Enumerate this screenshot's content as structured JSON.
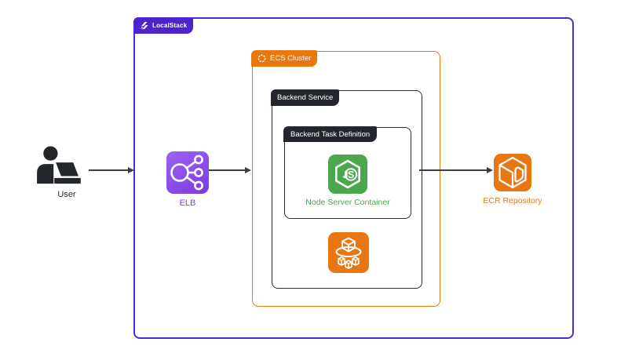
{
  "groups": {
    "localstack": {
      "label": "LocalStack",
      "icon": "localstack-logo-icon",
      "border_color": "#5128DB",
      "tab_color": "#4B24CE"
    },
    "ecs_cluster": {
      "label": "ECS Cluster",
      "icon": "ecs-cluster-icon",
      "color": "#E8770D"
    },
    "backend_service": {
      "label": "Backend Service",
      "color": "#23262C"
    },
    "backend_task_definition": {
      "label": "Backend Task Definition",
      "color": "#23262C"
    }
  },
  "nodes": {
    "user": {
      "label": "User",
      "icon": "user-laptop-icon",
      "color": "#23262B"
    },
    "elb": {
      "label": "ELB",
      "icon": "elastic-load-balancer-icon",
      "color": "#7C3AED"
    },
    "node_server": {
      "label": "Node Server Container",
      "icon": "nodejs-hexagon-icon",
      "color": "#4BA74E"
    },
    "ecs_service": {
      "icon": "ecs-service-containers-icon",
      "color": "#E87611"
    },
    "ecr": {
      "label": "ECR Repository",
      "icon": "ecr-repository-icon",
      "color": "#E87611"
    }
  },
  "arrows": [
    {
      "from": "user",
      "to": "localstack"
    },
    {
      "from": "elb",
      "to": "ecs_cluster"
    },
    {
      "from": "backend_service",
      "to": "ecr"
    }
  ],
  "colors": {
    "arrow": "#3A3D42",
    "background": "#FFFFFF"
  }
}
